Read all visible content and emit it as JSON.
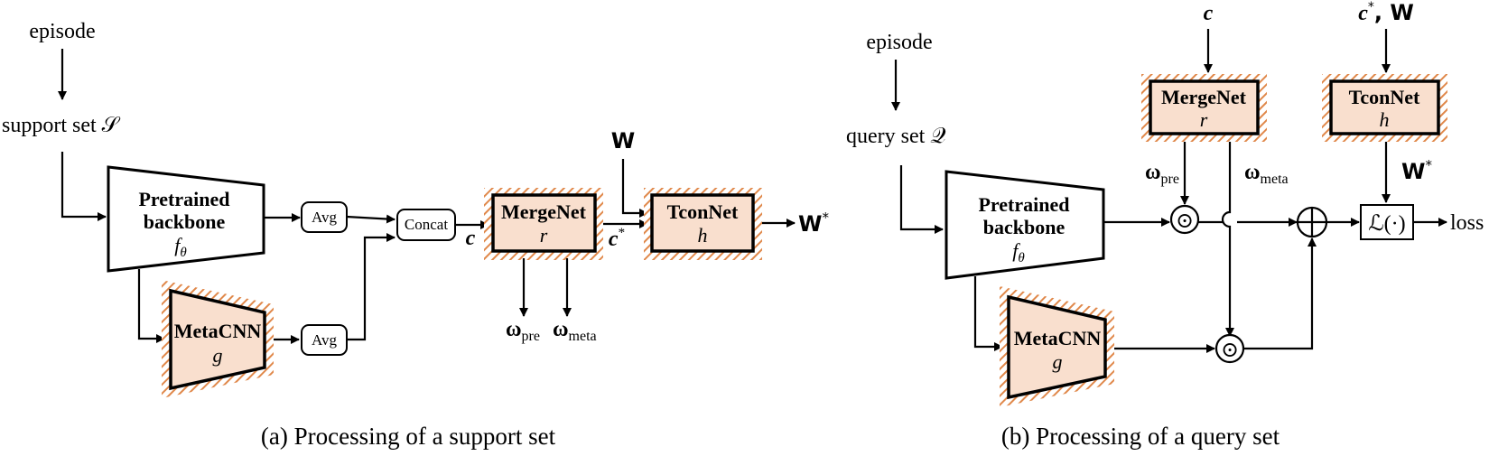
{
  "colors": {
    "learnable_fill": "#f9dfce",
    "hatch": "#e0884a",
    "stroke": "#000000"
  },
  "panel_a": {
    "episode": "episode",
    "support_set": "support set 𝒮",
    "backbone": {
      "line1": "Pretrained",
      "line2": "backbone",
      "func": "f",
      "func_sub": "θ"
    },
    "avg_top": "Avg",
    "avg_bottom": "Avg",
    "concat": "Concat",
    "metacnn": {
      "name": "MetaCNN",
      "func": "g"
    },
    "c_label": "c",
    "mergenet": {
      "name": "MergeNet",
      "func": "r"
    },
    "omega_pre": {
      "sym": "ω",
      "sub": "pre"
    },
    "omega_meta": {
      "sym": "ω",
      "sub": "meta"
    },
    "cstar_label": {
      "base": "c",
      "sup": "*"
    },
    "w_input": "W",
    "tconnet": {
      "name": "TconNet",
      "func": "h"
    },
    "wstar_output": {
      "base": "W",
      "sup": "*"
    },
    "caption": "(a) Processing of a support set"
  },
  "panel_b": {
    "episode": "episode",
    "query_set": "query set 𝒬",
    "backbone": {
      "line1": "Pretrained",
      "line2": "backbone",
      "func": "f",
      "func_sub": "θ"
    },
    "metacnn": {
      "name": "MetaCNN",
      "func": "g"
    },
    "c_input": "c",
    "cstar_w_input": {
      "base": "c",
      "sup": "*",
      "rest": ", W"
    },
    "mergenet": {
      "name": "MergeNet",
      "func": "r"
    },
    "tconnet": {
      "name": "TconNet",
      "func": "h"
    },
    "omega_pre": {
      "sym": "ω",
      "sub": "pre"
    },
    "omega_meta": {
      "sym": "ω",
      "sub": "meta"
    },
    "wstar_label": {
      "base": "W",
      "sup": "*"
    },
    "odot": "⊙",
    "loss_fn": "ℒ(·)",
    "loss": "loss",
    "caption": "(b) Processing of a query set"
  }
}
